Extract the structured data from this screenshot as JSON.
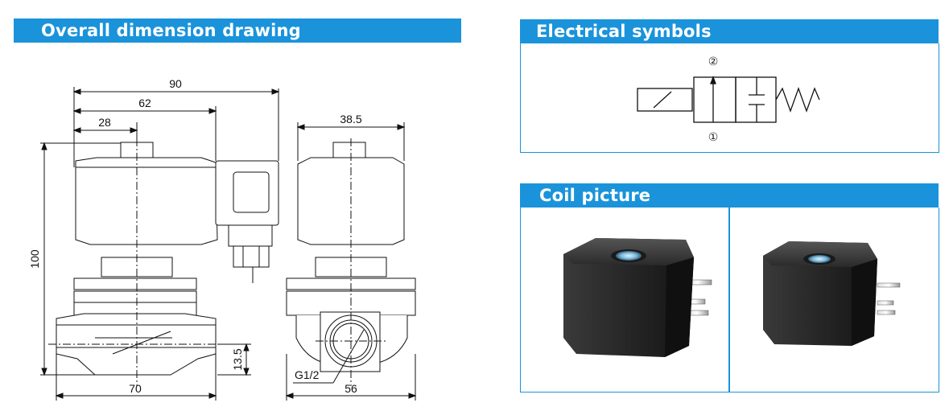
{
  "headers": {
    "dimension": "Overall dimension drawing",
    "electrical": "Electrical symbols",
    "coil": "Coil picture"
  },
  "dimensions": {
    "width_total": "90",
    "width_coil": "62",
    "width_center": "28",
    "height_total": "100",
    "port_height": "13.5",
    "body_length": "70",
    "side_width": "38.5",
    "side_body_width": "56",
    "thread": "G1/2"
  },
  "symbol": {
    "port_top": "②",
    "port_bottom": "①"
  },
  "colors": {
    "accent": "#1a93db",
    "coil": "#1f1f1f"
  }
}
